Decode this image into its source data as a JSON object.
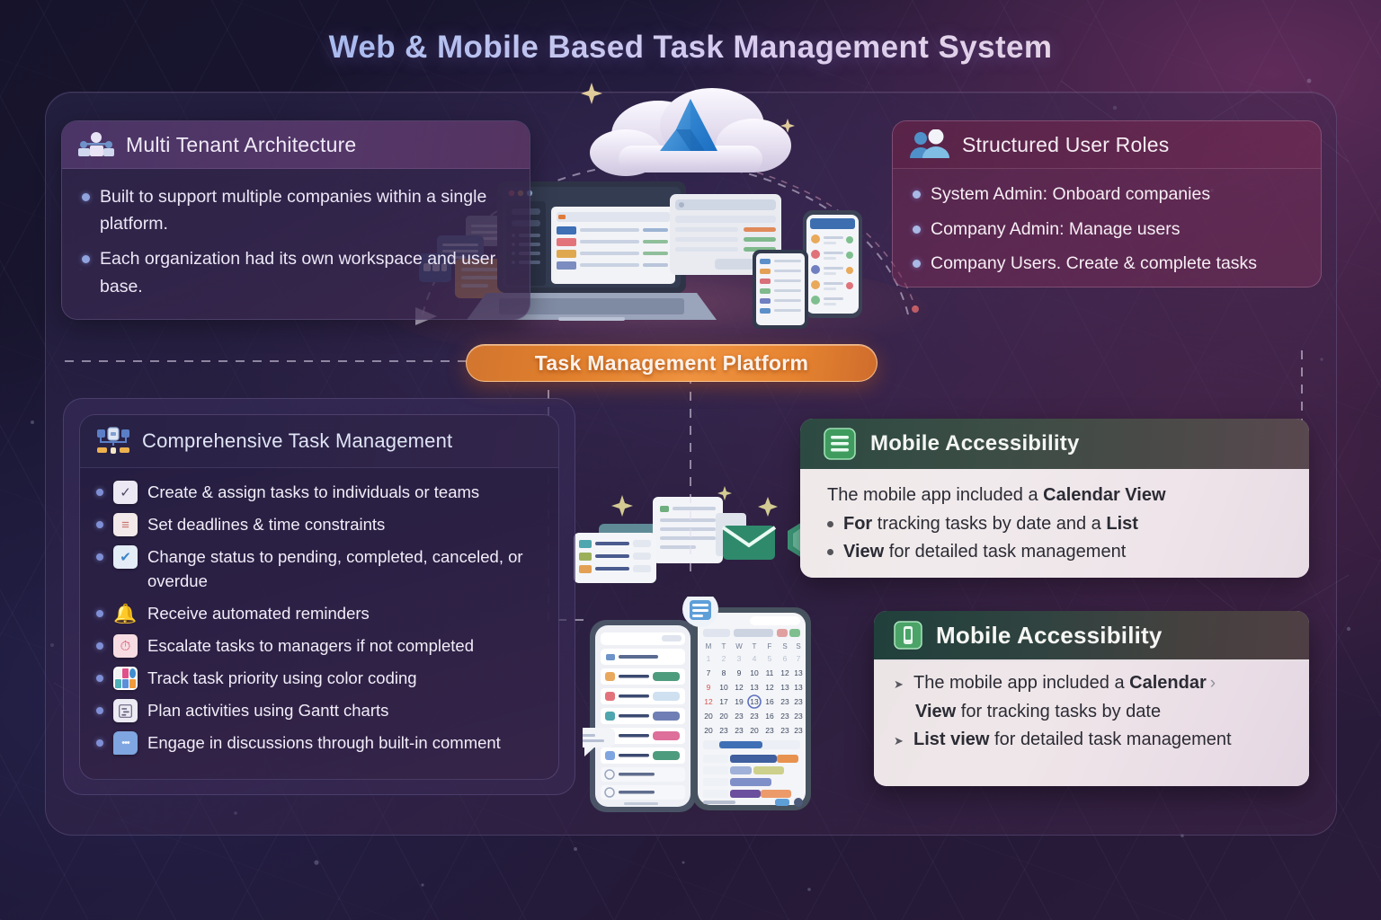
{
  "page": {
    "title": "Web & Mobile Based Task Management System",
    "banner_label": "Task Management Platform"
  },
  "colors": {
    "accent_orange": "#e58330",
    "accent_blue": "#7fa6e8",
    "accent_green": "#4f9e63",
    "bg_dark": "#1b1733",
    "bg_plum": "#6a2c52"
  },
  "panels": {
    "multi_tenant": {
      "icon": "people-group-icon",
      "title": "Multi Tenant Architecture",
      "bullets": [
        "Built to support multiple companies within a single platform.",
        "Each organization had its own workspace and user base."
      ]
    },
    "user_roles": {
      "icon": "two-users-icon",
      "title": "Structured User Roles",
      "bullets": [
        "System Admin: Onboard companies",
        "Company Admin: Manage users",
        "Company Users. Create & complete tasks"
      ]
    },
    "task_management": {
      "icon": "kanban-board-icon",
      "title": "Comprehensive Task Management",
      "bullets": [
        {
          "icon": "checkbox-checked-icon",
          "text": "Create & assign tasks to individuals or teams"
        },
        {
          "icon": "hourglass-deadline-icon",
          "text": "Set deadlines & time constraints"
        },
        {
          "icon": "status-badge-icon",
          "text": "Change status to pending, completed, canceled, or overdue"
        },
        {
          "icon": "bell-reminder-icon",
          "text": "Receive automated reminders"
        },
        {
          "icon": "alarm-escalate-icon",
          "text": "Escalate tasks to managers if not completed"
        },
        {
          "icon": "color-grid-icon",
          "text": "Track task priority using color coding"
        },
        {
          "icon": "gantt-chart-icon",
          "text": "Plan activities using Gantt charts"
        },
        {
          "icon": "comment-bubble-icon",
          "text": "Engage in discussions through built-in comment"
        }
      ]
    },
    "mobile_primary": {
      "icon": "green-list-icon",
      "title": "Mobile Accessibility",
      "lead_plain": "The mobile app included a ",
      "lead_bold": "Calendar View",
      "bullets": [
        {
          "bold": "For",
          "rest": " tracking tasks by date and a ",
          "bold2": "List"
        },
        {
          "bold": "View",
          "rest": " for detailed task management",
          "bold2": ""
        }
      ]
    },
    "mobile_secondary": {
      "icon": "green-mobile-icon",
      "title": "Mobile Accessibility",
      "bullets": [
        {
          "plain": "The mobile app included a ",
          "bold": "Calendar",
          "chevron": "›"
        },
        {
          "bold": "View",
          "plain": " for tracking tasks by date"
        },
        {
          "bold": "List view",
          "plain": " for detailed task management"
        }
      ]
    }
  },
  "illustration": {
    "cloud_logo": "azure-cloud-icon",
    "devices": [
      "laptop-mockup",
      "tablet-mockup",
      "phone-mockup"
    ],
    "mid_icons": [
      "document-card",
      "email-envelope",
      "task-list-card"
    ],
    "phone_views": [
      "task-list-view",
      "calendar-view"
    ],
    "float_card_icon": "floating-cards-stack"
  }
}
